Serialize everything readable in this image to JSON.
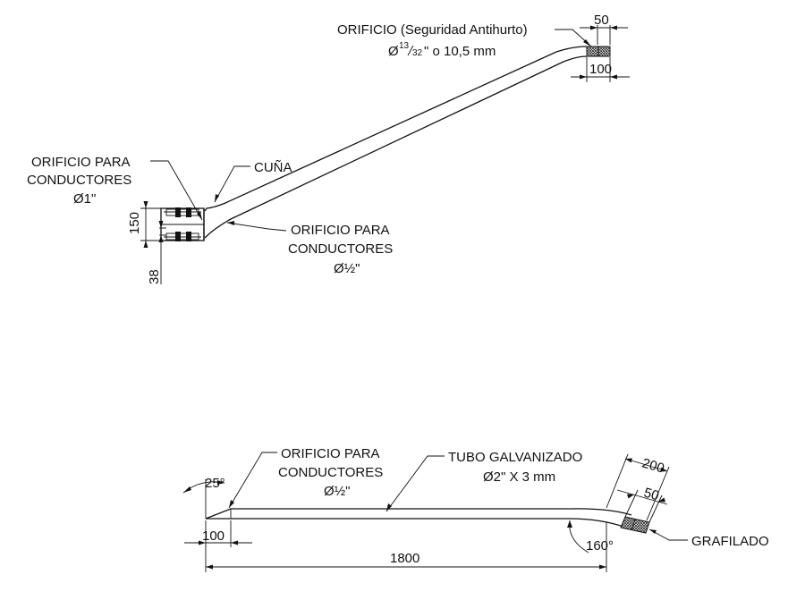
{
  "top_view": {
    "orificio_antihurto": {
      "line1": "ORIFICIO (Seguridad Antihurto)",
      "diameter_prefix": "Ø",
      "frac_num": "13",
      "frac_den": "32",
      "diameter_suffix": "\" o 10,5 mm"
    },
    "dim_50": "50",
    "dim_100": "100",
    "cuna": "CUÑA",
    "orificio_1in": {
      "line1": "ORIFICIO PARA",
      "line2": "CONDUCTORES",
      "line3": "Ø1\""
    },
    "orificio_half": {
      "line1": "ORIFICIO PARA",
      "line2": "CONDUCTORES",
      "line3": "Ø½\""
    },
    "dim_150": "150",
    "dim_38": "38"
  },
  "side_view": {
    "orificio_half": {
      "line1": "ORIFICIO PARA",
      "line2": "CONDUCTORES",
      "line3": "Ø½\""
    },
    "tubo": {
      "line1": "TUBO GALVANIZADO",
      "line2": "Ø2\" X 3 mm"
    },
    "angle_25": "25°",
    "angle_160": "160°",
    "dim_100": "100",
    "dim_1800": "1800",
    "dim_200": "200",
    "dim_50": "50",
    "grafilado": "GRAFILADO"
  }
}
